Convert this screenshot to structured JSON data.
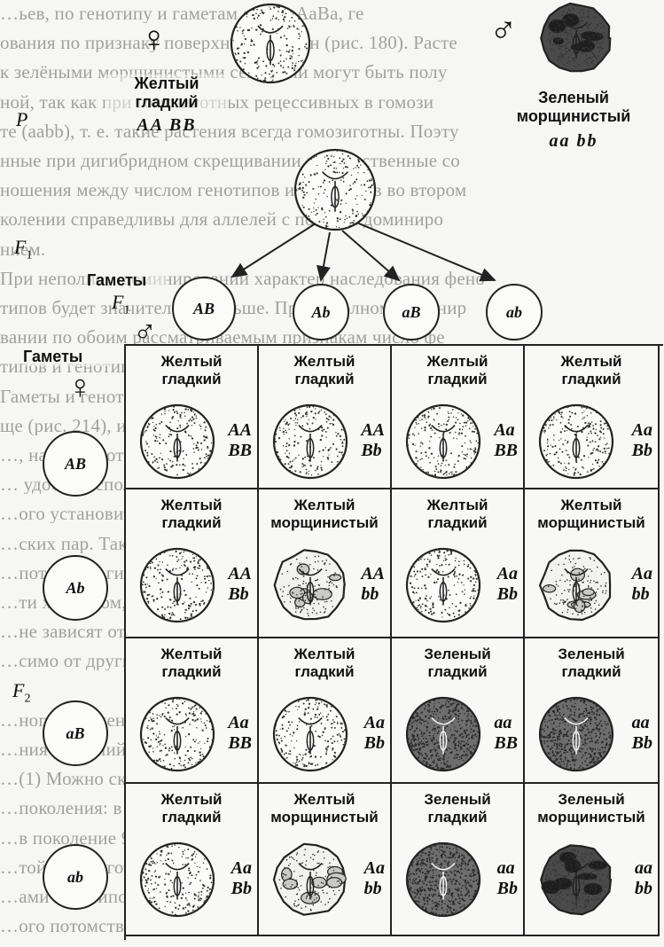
{
  "background_text": [
    "…ьев, по генотипу и гаметам семян АаВа, ге",
    "ования по признаку поверхности семян (рис. 180). Расте",
    "к зелёными морщинистыми семенами могут быть полу",
    "ной, так как при гомозиготных рецессивных в гомози",
    "те (aabb), т. е. такие растения всегда гомозиготны. Поэту",
    "нные при дигибридном скрещивании количественные со",
    "ношения между числом генотипов и генотипов во втором",
    "колении справедливы для аллелей с полным доминиро",
    "нием.",
    "При неполном доминировании характер наследования фено",
    "типов будет значительно больше. При неполном доминир",
    "вании по обоим рассматриваемым признакам число фе",
    "типов и генотипов равно между собой.",
    "Гаметы и генотипы гибридов приведены в таблице в те",
    "ще (рис. 214), известной под названием решётки Пеннет",
    "…, наглядно отражены все комбинации гамет. Решётк",
    "… удобно использовать для определения генотипа",
    "…ого установить все возможные сочетания гамет и зиго",
    "…ских пар. Таким образом, сочетания генов у первого",
    "…потомства гибридов определяются при слиянии гамет. Уст",
    "…ти хромосом, содержащих разные гены, связаны между собой",
    "…не зависят от них, а значит могут комбинироваться незав",
    "…симо от других генов.",
    "",
    "…ного поколения получены при скрещивании гибридов второго",
    "…ния растений представлено в соотношении 9 : 3 : 3 : 1 ",
    "…(1) Можно сказать, что гены, отвечающие за разные призн",
    "…поколения: в отношении признаков второго поколения при доми",
    "…в поколение 9/16 : 3/16 : 3/16 : 1/16 расщепление сохр",
    "…той гомозиготной рецессивной формы AABB, AaBB, AABb",
    "…ами генотипов и фенотипов наблюдаются в F2 гибридов",
    "…ого потомства расщепление по фенотипу 9 : 3 : 3 : 1, а"
  ],
  "parents": {
    "generation": "P",
    "female": {
      "phenotype_line1": "Желтый",
      "phenotype_line2": "гладкий",
      "genotype": "AA BB"
    },
    "male": {
      "phenotype_line1": "Зеленый",
      "phenotype_line2": "морщинистый",
      "genotype": "aa bb"
    }
  },
  "f1": {
    "generation": "F",
    "generation_sub": "1",
    "gametes_label": "Гаметы",
    "gametes": [
      "AB",
      "Ab",
      "aB",
      "ab"
    ]
  },
  "punnett": {
    "gametes_label": "Гаметы",
    "f1_label": "F",
    "f1_sub": "1",
    "f2_label": "F",
    "f2_sub": "2",
    "column_gametes": [
      "AB",
      "Ab",
      "aB",
      "ab"
    ],
    "row_gametes": [
      "AB",
      "Ab",
      "aB",
      "ab"
    ],
    "rows": [
      [
        {
          "phen1": "Желтый",
          "phen2": "гладкий",
          "g1": "AA",
          "g2": "BB",
          "seed": "yellow-smooth"
        },
        {
          "phen1": "Желтый",
          "phen2": "гладкий",
          "g1": "AA",
          "g2": "Bb",
          "seed": "yellow-smooth"
        },
        {
          "phen1": "Желтый",
          "phen2": "гладкий",
          "g1": "Aa",
          "g2": "BB",
          "seed": "yellow-smooth"
        },
        {
          "phen1": "Желтый",
          "phen2": "гладкий",
          "g1": "Aa",
          "g2": "Bb",
          "seed": "yellow-smooth"
        }
      ],
      [
        {
          "phen1": "Желтый",
          "phen2": "гладкий",
          "g1": "AA",
          "g2": "Bb",
          "seed": "yellow-smooth"
        },
        {
          "phen1": "Желтый",
          "phen2": "морщинистый",
          "g1": "AA",
          "g2": "bb",
          "seed": "yellow-wrinkled"
        },
        {
          "phen1": "Желтый",
          "phen2": "гладкий",
          "g1": "Aa",
          "g2": "Bb",
          "seed": "yellow-smooth"
        },
        {
          "phen1": "Желтый",
          "phen2": "морщинистый",
          "g1": "Aa",
          "g2": "bb",
          "seed": "yellow-wrinkled"
        }
      ],
      [
        {
          "phen1": "Желтый",
          "phen2": "гладкий",
          "g1": "Aa",
          "g2": "BB",
          "seed": "yellow-smooth"
        },
        {
          "phen1": "Желтый",
          "phen2": "гладкий",
          "g1": "Aa",
          "g2": "Bb",
          "seed": "yellow-smooth"
        },
        {
          "phen1": "Зеленый",
          "phen2": "гладкий",
          "g1": "aa",
          "g2": "BB",
          "seed": "green-smooth"
        },
        {
          "phen1": "Зеленый",
          "phen2": "гладкий",
          "g1": "aa",
          "g2": "Bb",
          "seed": "green-smooth"
        }
      ],
      [
        {
          "phen1": "Желтый",
          "phen2": "гладкий",
          "g1": "Aa",
          "g2": "Bb",
          "seed": "yellow-smooth"
        },
        {
          "phen1": "Желтый",
          "phen2": "морщинистый",
          "g1": "Aa",
          "g2": "bb",
          "seed": "yellow-wrinkled"
        },
        {
          "phen1": "Зеленый",
          "phen2": "гладкий",
          "g1": "aa",
          "g2": "Bb",
          "seed": "green-smooth"
        },
        {
          "phen1": "Зеленый",
          "phen2": "морщинистый",
          "g1": "aa",
          "g2": "bb",
          "seed": "green-wrinkled"
        }
      ]
    ]
  },
  "symbols": {
    "female": "♀",
    "male": "♂"
  },
  "colors": {
    "ink": "#111111",
    "stipple": "#3a3a3a",
    "green_fill": "#5a5a5a"
  }
}
